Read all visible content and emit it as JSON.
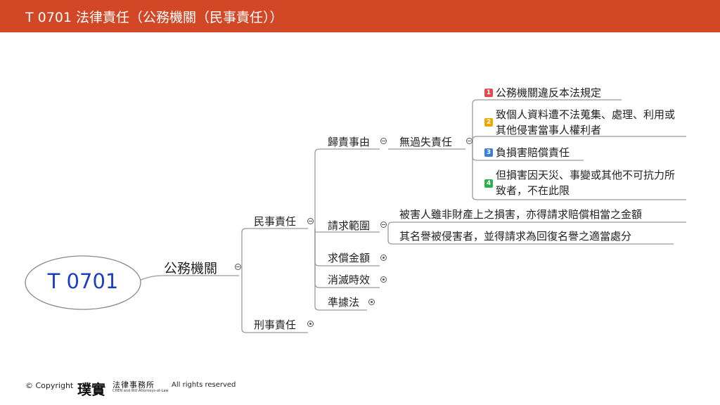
{
  "header": {
    "title": "T 0701 法律責任（公務機關（民事責任））"
  },
  "colors": {
    "header_bg": "#d24726",
    "root_text": "#1a3fc4",
    "badge_1": "#e04b4b",
    "badge_2": "#f0a800",
    "badge_3": "#3b7ddd",
    "badge_4": "#2bb24c"
  },
  "mindmap": {
    "root": "T 0701",
    "branch": "公務機關",
    "civil": "民事責任",
    "criminal": "刑事責任",
    "attribution": "歸責事由",
    "no_fault": "無過失責任",
    "scope": "請求範圍",
    "compensation": "求償金額",
    "limitation": "消滅時效",
    "applicable_law": "準據法",
    "scope_items": [
      "被害人雖非財產上之損害，亦得請求賠償相當之金額",
      "其名譽被侵害者，並得請求為回復名譽之適當處分"
    ],
    "no_fault_items": [
      {
        "num": "1",
        "text": "公務機關違反本法規定"
      },
      {
        "num": "2",
        "text": "致個人資料遭不法蒐集、處理、利用或其他侵害當事人權利者"
      },
      {
        "num": "3",
        "text": "負損害賠償責任"
      },
      {
        "num": "4",
        "text": "但損害因天災、事變或其他不可抗力所致者，不在此限"
      }
    ]
  },
  "footer": {
    "copyright": "© Copyright",
    "logo_mark": "璞實",
    "logo_name": "法律事務所",
    "logo_sub": "CHEN and WU Attorneys-at-Law",
    "rights": "All rights reserved"
  }
}
